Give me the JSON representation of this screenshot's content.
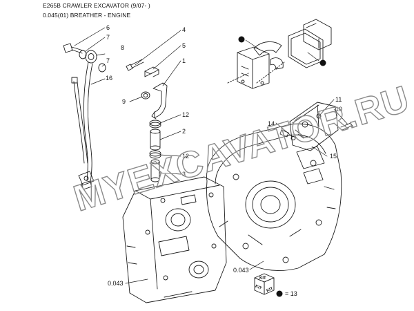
{
  "header": {
    "model_line": "E265B CRAWLER EXCAVATOR (9/07- )",
    "group_line": "0.045(01) BREATHER - ENGINE"
  },
  "watermark": {
    "text": "MYEXCAVATOR.RU"
  },
  "callouts": {
    "c1": "1",
    "c2": "2",
    "c3": "3",
    "c4": "4",
    "c5": "5",
    "c6": "6",
    "c7a": "7",
    "c7b": "7",
    "c8": "8",
    "c9": "9",
    "c10": "10",
    "c11": "11",
    "c12a": "12",
    "c12b": "12",
    "c14": "14",
    "c15": "15",
    "c16": "16",
    "ref_left": "0.043",
    "ref_right": "0.043"
  },
  "kit_legend": {
    "kit_label_top": "KIT",
    "kit_label_left": "KIT",
    "kit_label_right": "KIT",
    "equals_text": "= 13"
  },
  "colors": {
    "line": "#1a1a1a",
    "marker": "#111111",
    "watermark_stroke": "#8a8a8a"
  }
}
